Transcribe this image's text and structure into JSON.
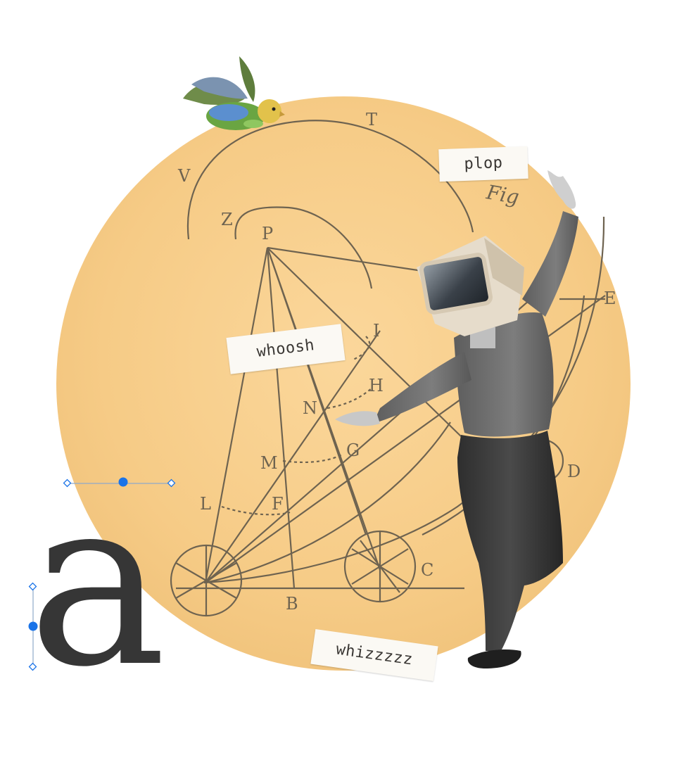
{
  "diagram_letters": [
    "T",
    "V",
    "Z",
    "P",
    "I",
    "H",
    "N",
    "G",
    "M",
    "F",
    "L",
    "B",
    "C",
    "D",
    "E"
  ],
  "figure_caption": "Fig",
  "labels": {
    "plop": "plop",
    "whoosh": "whoosh",
    "whizz": "whizzzzz"
  },
  "glyph": "a",
  "colors": {
    "circle": "#f7cf8f",
    "ink": "#6e6350",
    "glyph": "#363636",
    "selection": "#1a73e8"
  }
}
